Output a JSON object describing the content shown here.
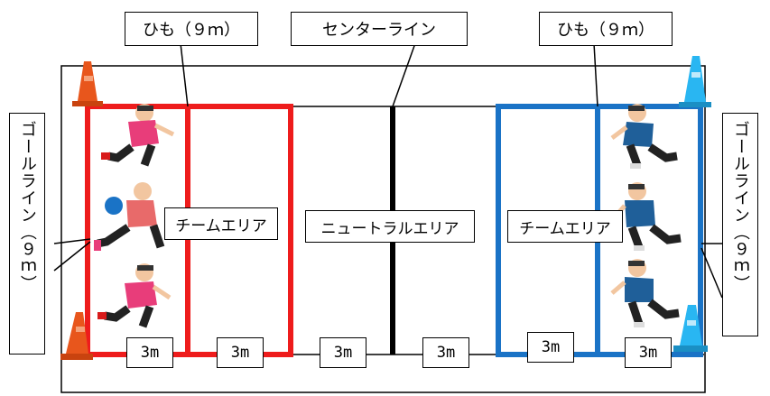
{
  "callouts": {
    "left_string": "ひも（９ｍ）",
    "center_line": "センターライン",
    "right_string": "ひも（９ｍ）"
  },
  "goal_lines": {
    "left": "ゴールライン（９ｍ）",
    "right": "ゴールライン（９ｍ）"
  },
  "areas": {
    "left_team": "チームエリア",
    "neutral": "ニュートラルエリア",
    "right_team": "チームエリア"
  },
  "distances": [
    "3m",
    "3m",
    "3m",
    "3m",
    "3m",
    "3m"
  ],
  "colors": {
    "left_team": "#ee1c1c",
    "right_team": "#1a73c6",
    "center": "#000000",
    "left_cone": "#e8561c",
    "right_cone": "#29b6f2",
    "left_shirt": "#e83d7a",
    "right_shirt": "#1f5f99"
  }
}
